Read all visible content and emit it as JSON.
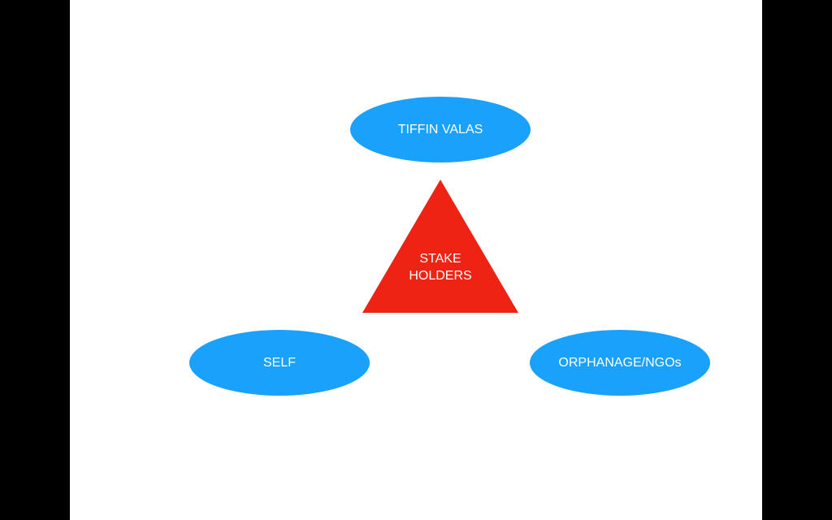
{
  "diagram": {
    "center": {
      "line1": "STAKE",
      "line2": "HOLDERS",
      "color": "#ee2314"
    },
    "nodes": [
      {
        "label": "TIFFIN VALAS",
        "color": "#1aa1fc"
      },
      {
        "label": "SELF",
        "color": "#1aa1fc"
      },
      {
        "label": "ORPHANAGE/NGOs",
        "color": "#1aa1fc"
      }
    ]
  }
}
